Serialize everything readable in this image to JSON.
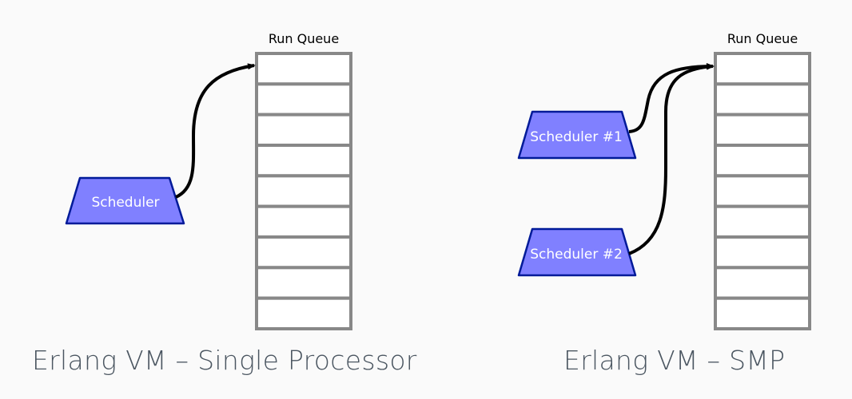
{
  "colors": {
    "background": "#fafafa",
    "scheduler_fill": "#8080ff",
    "scheduler_stroke": "#001a99",
    "queue_stroke": "#888888",
    "queue_fill": "#ffffff",
    "arrow": "#000000"
  },
  "single": {
    "queue_label": "Run Queue",
    "queue_slots": 9,
    "scheduler_label": "Scheduler",
    "caption": "Erlang VM – Single Processor"
  },
  "smp": {
    "queue_label": "Run Queue",
    "queue_slots": 9,
    "schedulers": [
      {
        "label": "Scheduler #1"
      },
      {
        "label": "Scheduler #2"
      }
    ],
    "caption": "Erlang VM – SMP"
  }
}
